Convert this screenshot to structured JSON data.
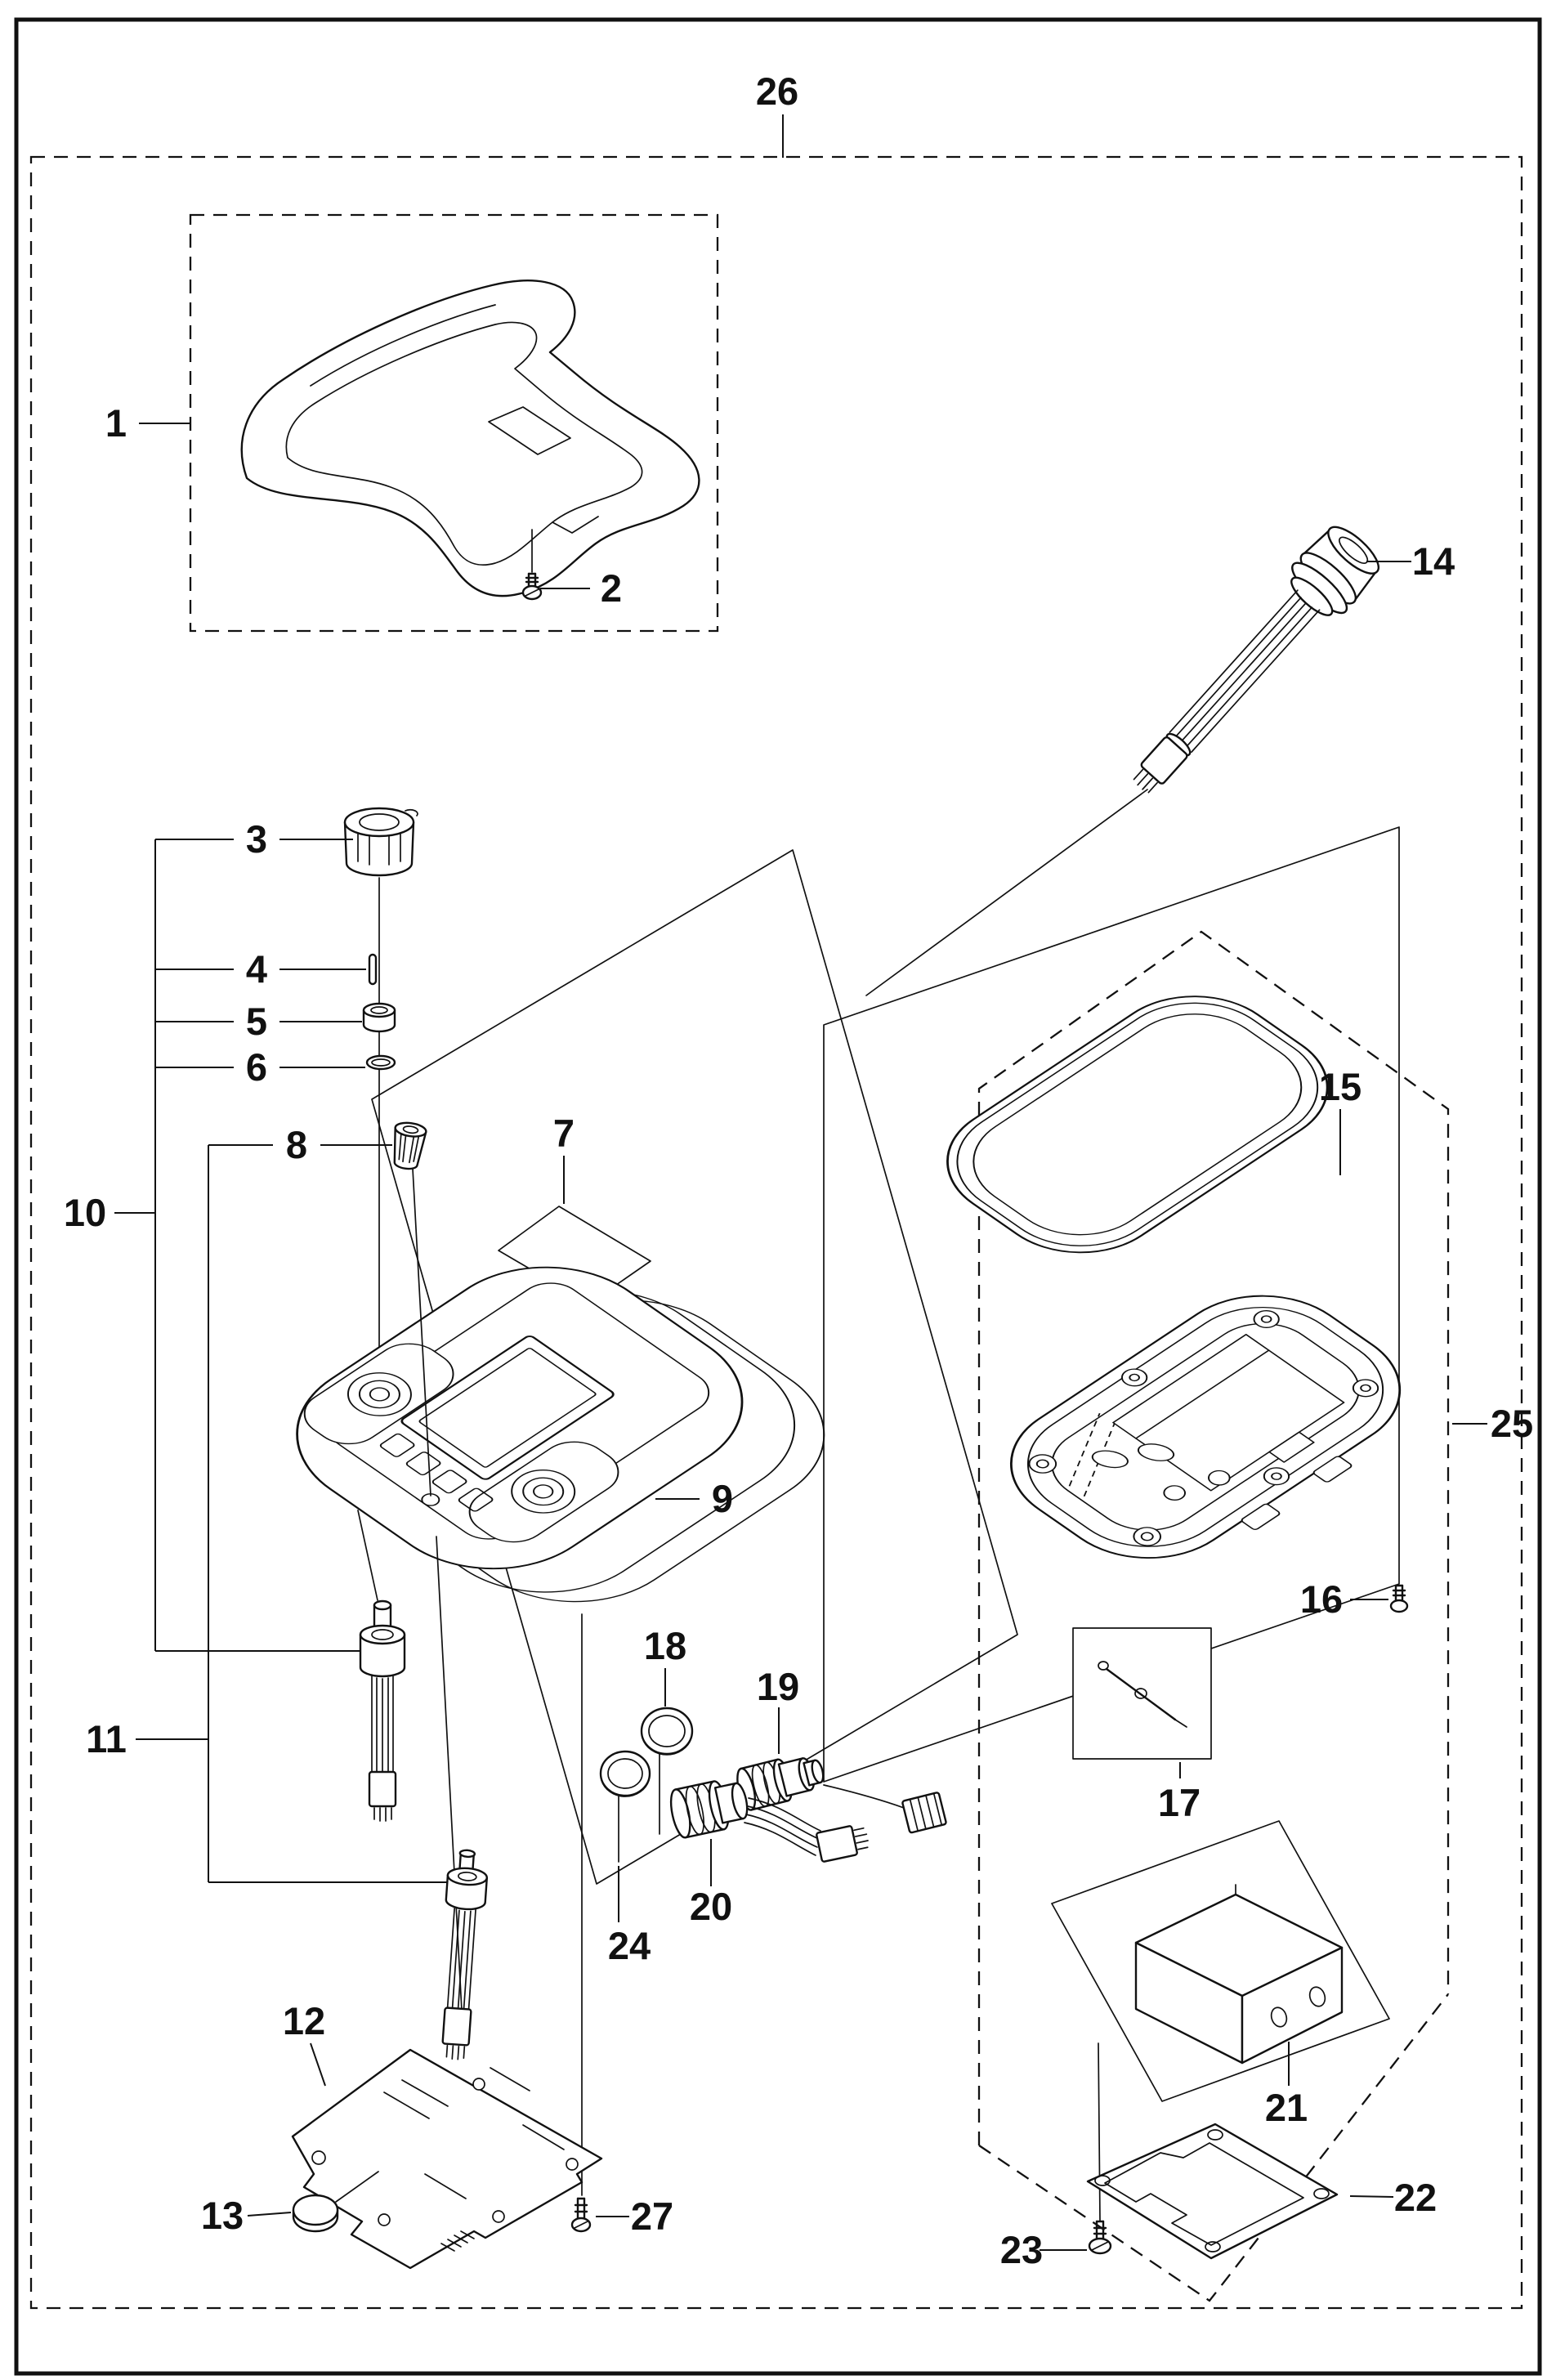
{
  "page": {
    "background": "#ffffff",
    "line_color": "#111111",
    "figure_type": "exploded parts diagram"
  },
  "callouts": [
    "1",
    "2",
    "3",
    "4",
    "5",
    "6",
    "7",
    "8",
    "9",
    "10",
    "11",
    "12",
    "13",
    "14",
    "15",
    "16",
    "17",
    "18",
    "19",
    "20",
    "21",
    "22",
    "23",
    "24",
    "25",
    "26",
    "27"
  ]
}
